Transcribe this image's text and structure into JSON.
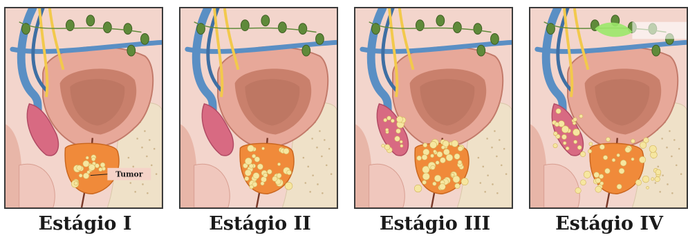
{
  "stages": [
    {
      "caption": "Estágio I",
      "tumor_label": "Tumor"
    },
    {
      "caption": "Estágio II"
    },
    {
      "caption": "Estágio III"
    },
    {
      "caption": "Estágio IV"
    }
  ],
  "colors": {
    "tissue": "#f3d5cc",
    "tissue_dark": "#e8b6a8",
    "bladder": "#c9806c",
    "bladder_inner": "#b5705d",
    "prostate": "#f08a3a",
    "tumor_cells": "#f6e6a0",
    "vein": "#5a8fc4",
    "seminal_vesicle": "#d86a82",
    "nerve": "#f2c94c",
    "lymph_node": "#5f8a3a",
    "rectum": "#efe1c8",
    "metastasis": "#9be86a"
  },
  "tumor_extent": [
    0.35,
    0.6,
    1.0,
    1.0
  ]
}
